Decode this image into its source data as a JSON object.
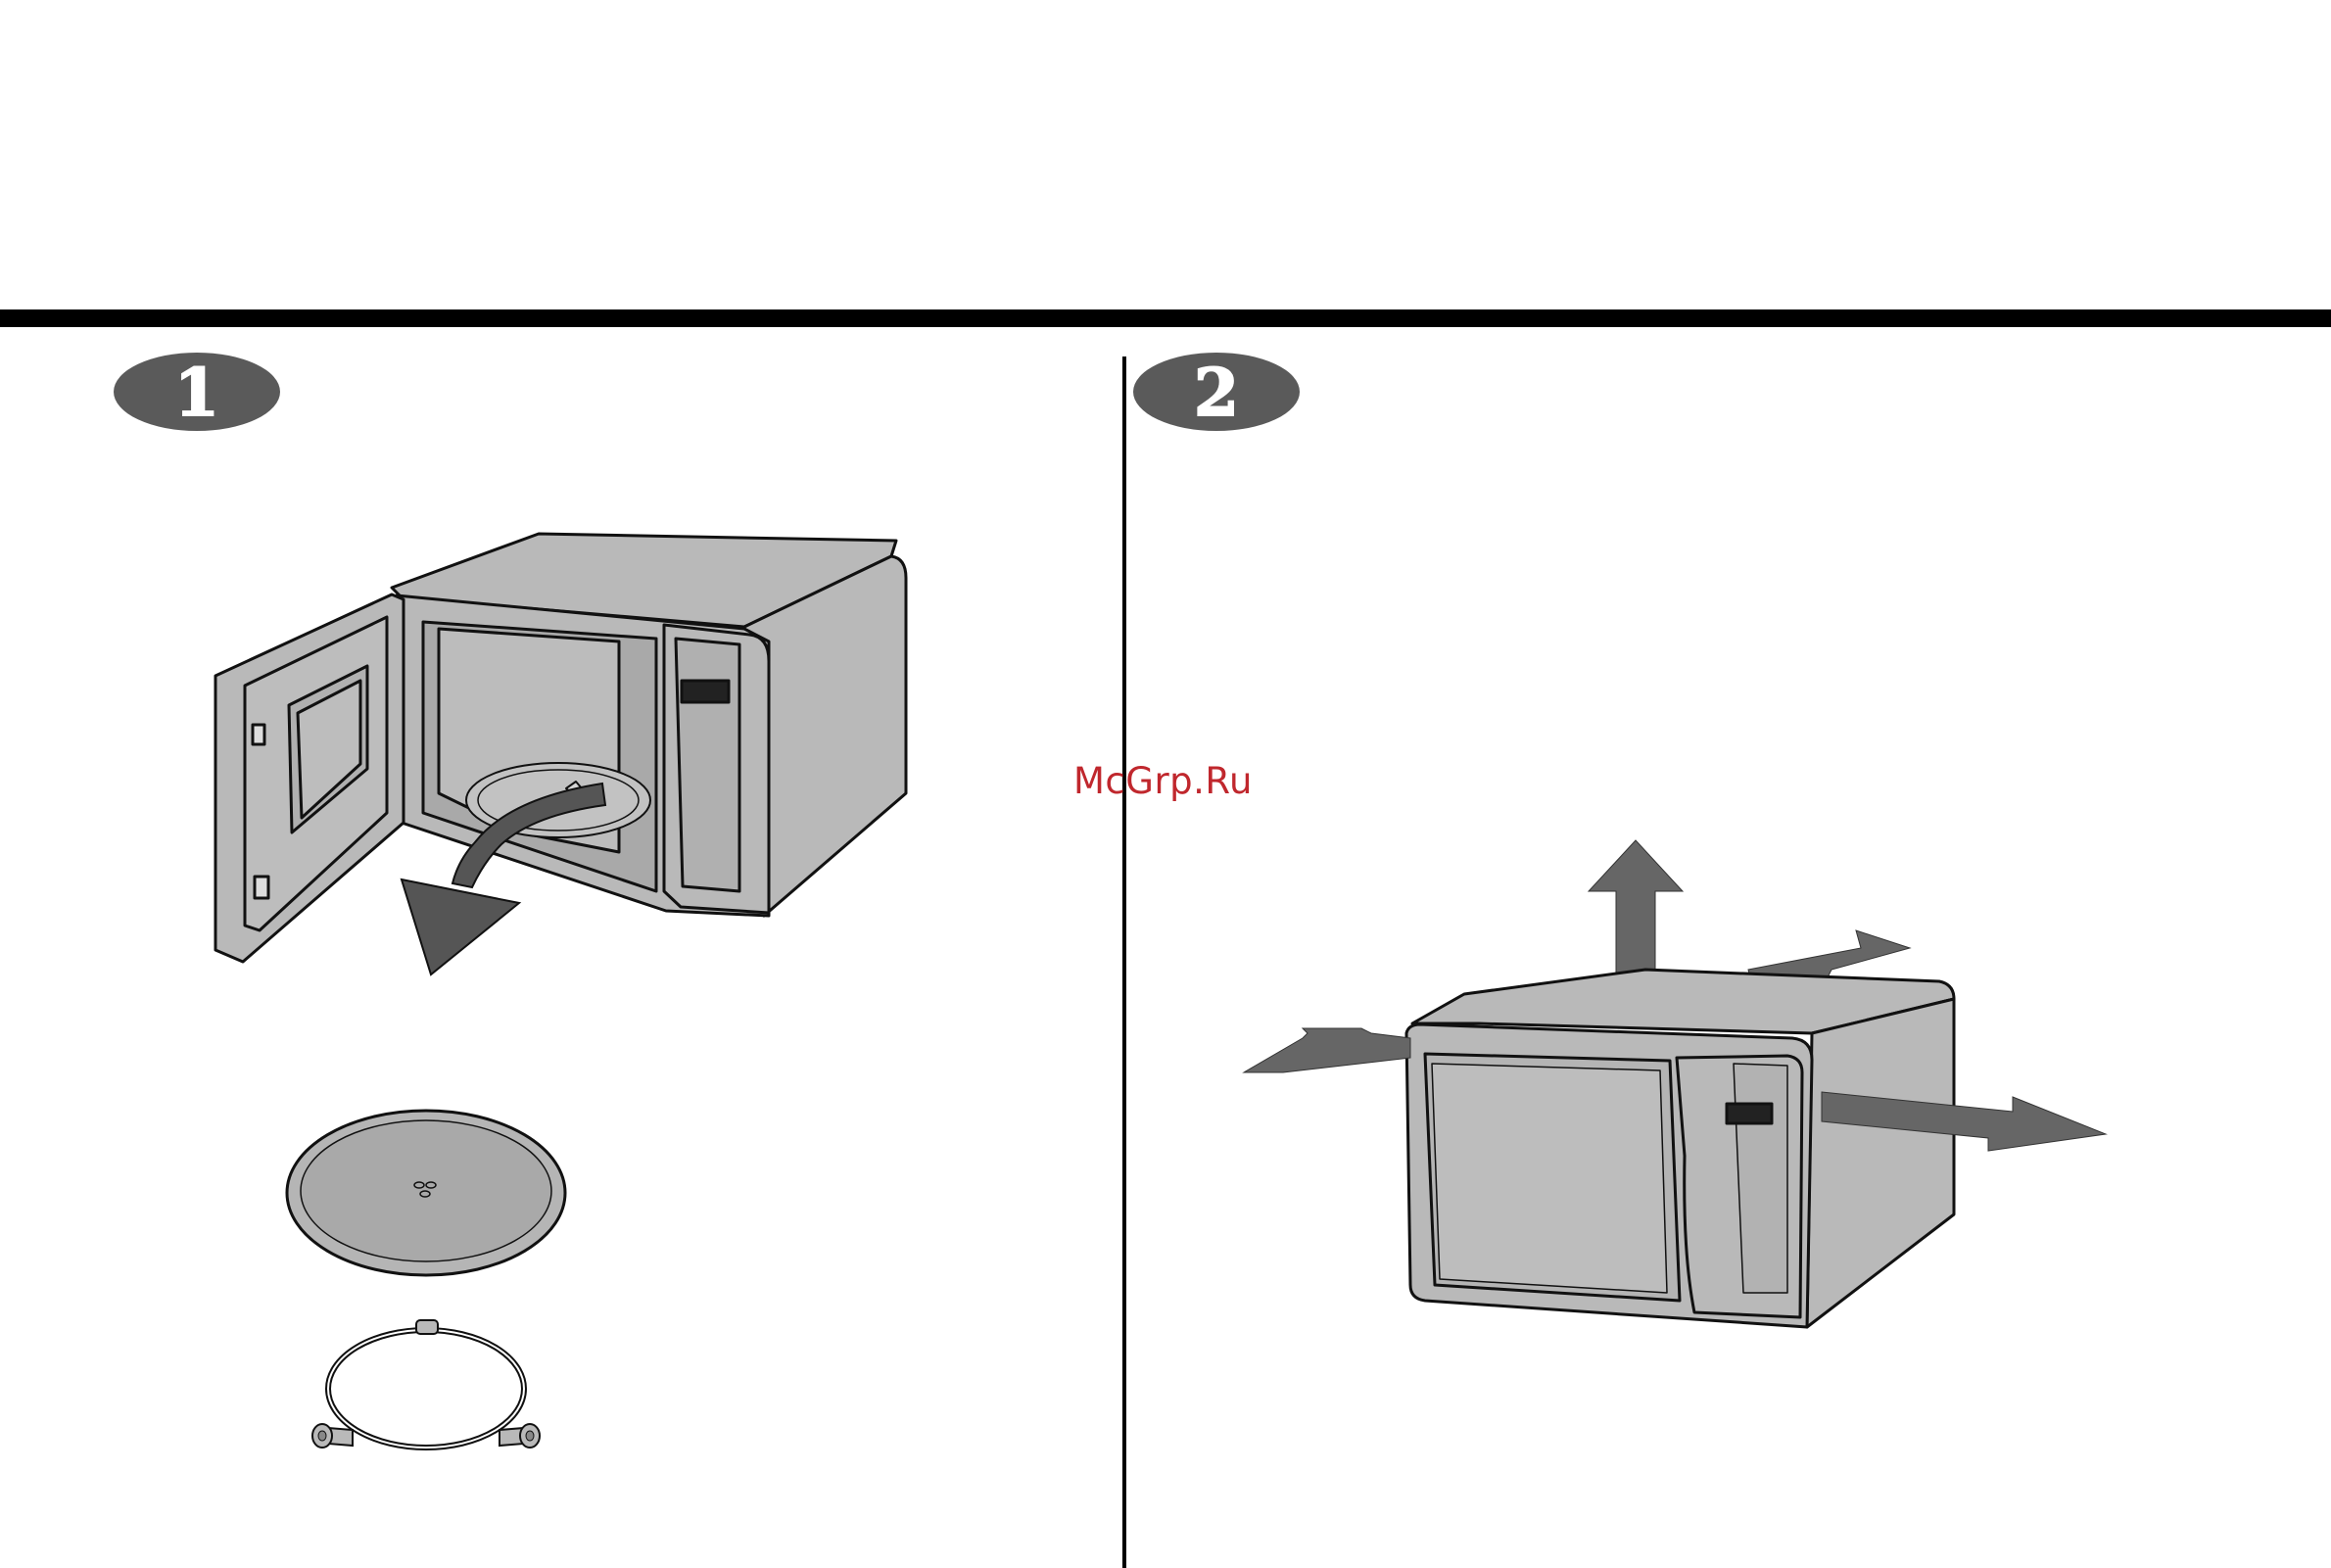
{
  "steps": [
    {
      "number": "1"
    },
    {
      "number": "2"
    }
  ],
  "watermark": {
    "text": "McGrp.Ru"
  },
  "colors": {
    "rule": "#000000",
    "badge_fill": "#5a5a5a",
    "appliance_fill": "#b9b9b9",
    "arrow_fill": "#666666",
    "watermark": "#c0272d"
  },
  "figures": {
    "step1_main": "microwave-door-open-icon",
    "step1_arrow": "curved-arrow-icon",
    "step1_parts": [
      "glass-tray-icon",
      "roller-ring-icon"
    ],
    "step2_main": "microwave-clearance-icon",
    "step2_arrows": [
      "arrow-up-icon",
      "arrow-back-icon",
      "arrow-left-icon",
      "arrow-right-icon"
    ]
  }
}
